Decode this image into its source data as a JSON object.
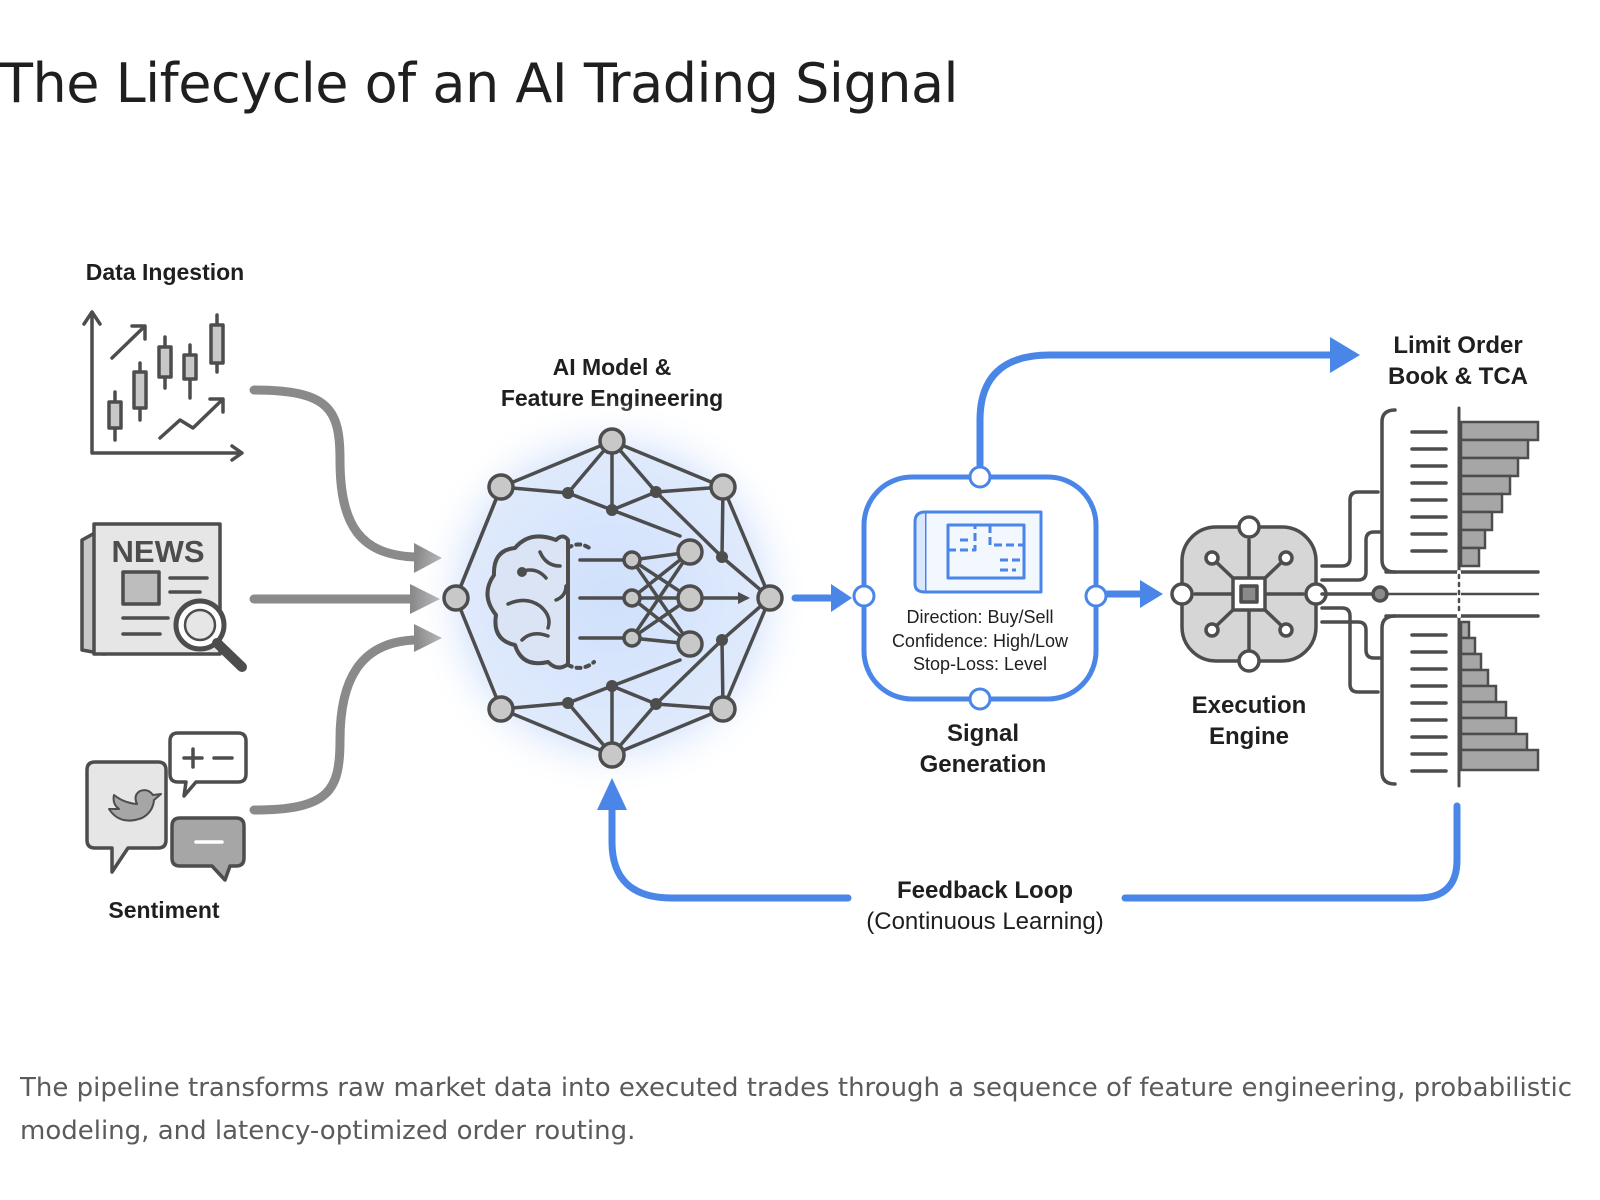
{
  "title": "The Lifecycle of an AI Trading Signal",
  "caption": "The pipeline transforms raw market data into executed trades through a sequence of feature engineering, probabilistic modeling, and latency-optimized order routing.",
  "nodes": {
    "data_ingestion": "Data Ingestion",
    "news_text": "NEWS",
    "sentiment": "Sentiment",
    "ai_model_line1": "AI Model &",
    "ai_model_line2": "Feature Engineering",
    "signal_direction": "Direction: Buy/Sell",
    "signal_confidence": "Confidence: High/Low",
    "signal_stoploss": "Stop-Loss: Level",
    "signal_gen_line1": "Signal",
    "signal_gen_line2": "Generation",
    "execution_line1": "Execution",
    "execution_line2": "Engine",
    "lob_line1": "Limit Order",
    "lob_line2": "Book & TCA",
    "feedback_line1": "Feedback Loop",
    "feedback_line2": "(Continuous Learning)"
  },
  "colors": {
    "accent_blue": "#4a86e8",
    "grey_arrow": "#8a8a8a",
    "icon_dark": "#4d4d4d",
    "icon_fill": "#c8c8c8"
  },
  "icons": [
    "candlestick-chart-icon",
    "newspaper-icon",
    "social-sentiment-icon",
    "brain-network-icon",
    "blueprint-icon",
    "processor-icon",
    "order-book-icon"
  ]
}
